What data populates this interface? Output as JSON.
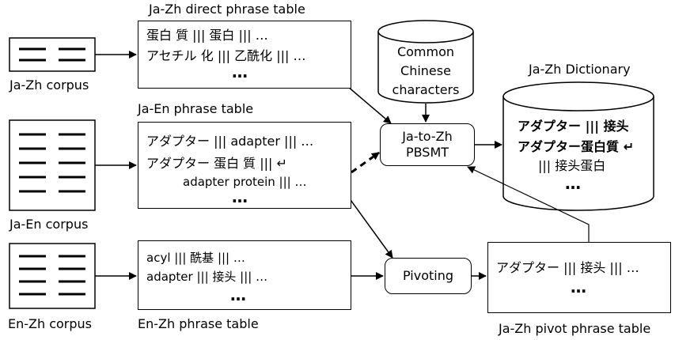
{
  "corpora": {
    "ja_zh": "Ja-Zh corpus",
    "ja_en": "Ja-En corpus",
    "en_zh": "En-Zh corpus"
  },
  "tables": {
    "ja_zh_direct": {
      "title": "Ja-Zh direct phrase table",
      "rows": [
        "蛋白 質 ||| 蛋白 ||| …",
        "アセチル 化 ||| 乙酰化 ||| …"
      ],
      "ellipsis": "…"
    },
    "ja_en": {
      "title": "Ja-En phrase table",
      "rows": [
        "アダプター ||| adapter ||| …",
        "アダプター 蛋白 質 ||| ↵",
        "adapter protein ||| …"
      ],
      "ellipsis": "…"
    },
    "en_zh": {
      "title": "En-Zh phrase table",
      "rows": [
        "acyl ||| 酰基 ||| …",
        "adapter ||| 接头 ||| …"
      ],
      "ellipsis": "…"
    },
    "ja_zh_pivot": {
      "title": "Ja-Zh pivot phrase table",
      "rows": [
        "アダプター ||| 接头 ||| …"
      ],
      "ellipsis": "…"
    }
  },
  "common_chinese": {
    "lines": [
      "Common",
      "Chinese",
      "characters"
    ]
  },
  "pbsmt": {
    "lines": [
      "Ja-to-Zh",
      "PBSMT"
    ]
  },
  "pivoting": {
    "label": "Pivoting"
  },
  "dictionary": {
    "title": "Ja-Zh Dictionary",
    "rows": [
      "アダプター ||| 接头",
      "アダプター蛋白質 ↵",
      "||| 接头蛋白"
    ],
    "ellipsis": "…"
  }
}
